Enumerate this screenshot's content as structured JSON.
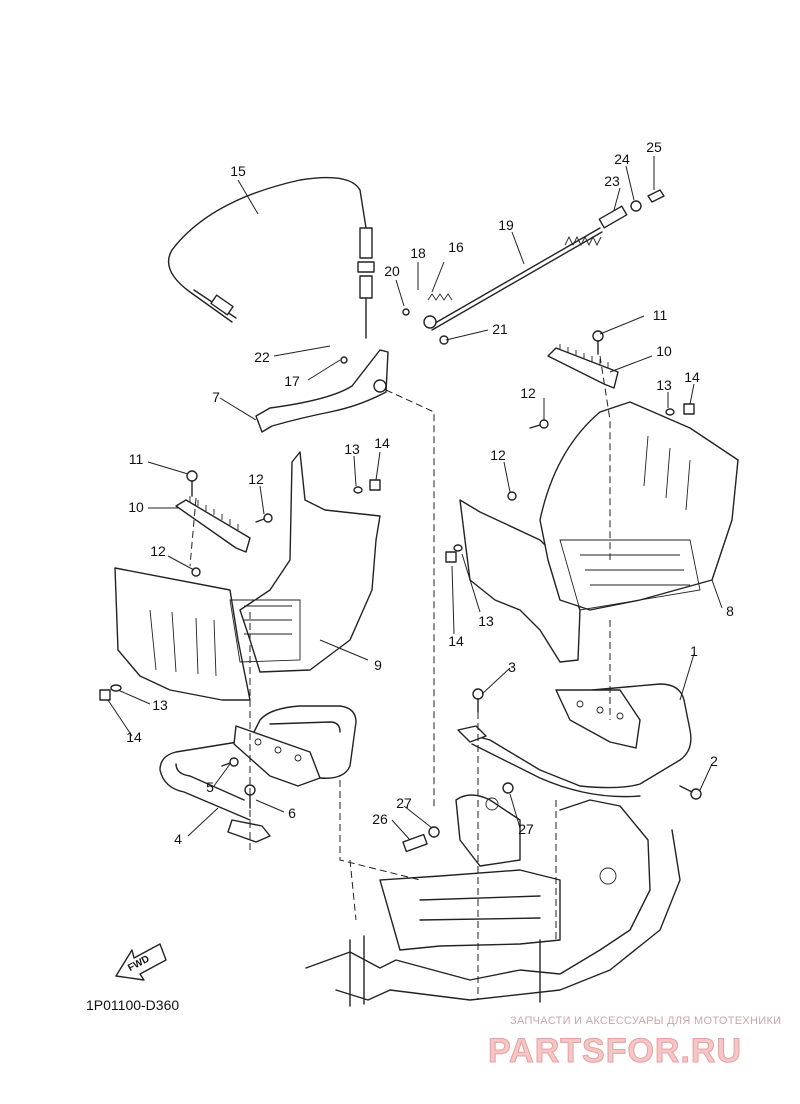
{
  "diagram": {
    "code": "1P01100-D360",
    "fwd_label": "FWD",
    "callouts": [
      "1",
      "2",
      "3",
      "4",
      "5",
      "6",
      "7",
      "8",
      "9",
      "10",
      "10",
      "11",
      "11",
      "12",
      "12",
      "12",
      "12",
      "13",
      "13",
      "13",
      "13",
      "14",
      "14",
      "14",
      "14",
      "15",
      "16",
      "17",
      "18",
      "19",
      "20",
      "21",
      "22",
      "23",
      "24",
      "25",
      "26",
      "27",
      "27"
    ]
  },
  "watermark": {
    "tagline": "ЗАПЧАСТИ И АКСЕССУАРЫ ДЛЯ МОТОТЕХНИКИ",
    "brand": "PARTSFOR.RU"
  }
}
